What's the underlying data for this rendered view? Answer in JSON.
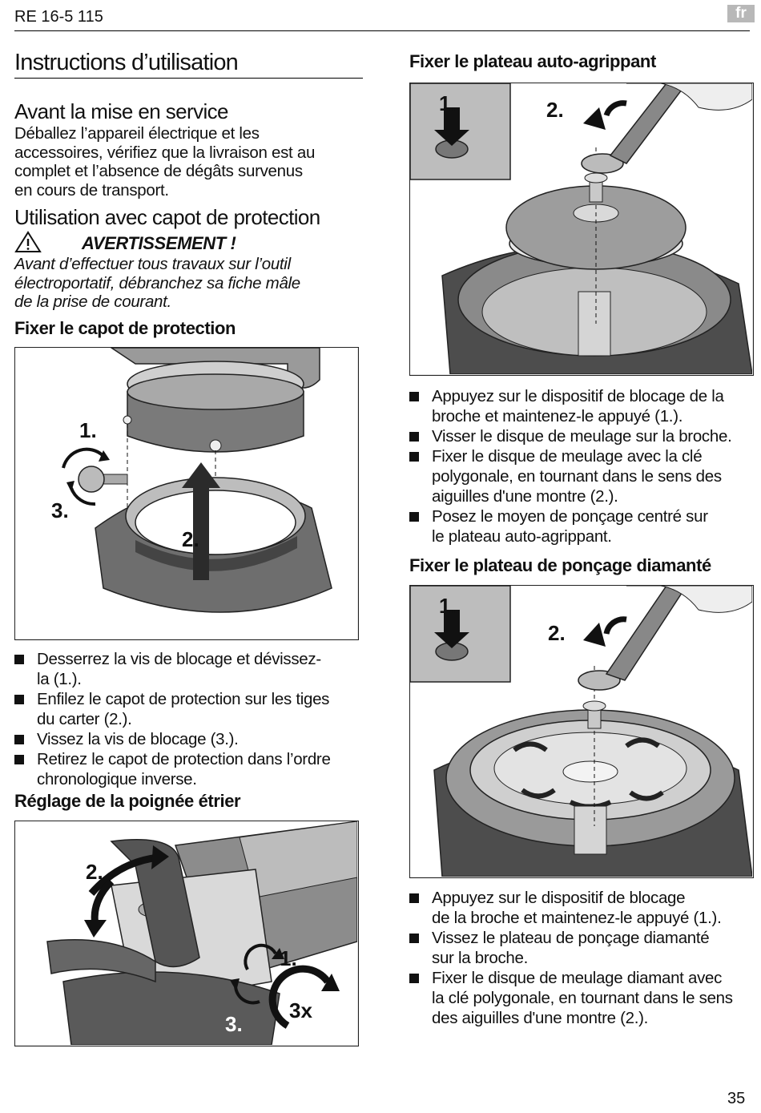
{
  "header": {
    "model": "RE 16-5 115",
    "lang_badge": "fr"
  },
  "footer": {
    "page_number": "35"
  },
  "left": {
    "title": "Instructions d’utilisation",
    "before_use": {
      "heading": "Avant la mise en service",
      "lines": [
        "Déballez l’appareil électrique et les",
        "accessoires, vérifiez que la livraison est au",
        "complet et l’absence de dégâts survenus",
        "en cours de transport."
      ]
    },
    "guard_use": {
      "heading": "Utilisation avec capot de protection",
      "warning_title": "AVERTISSEMENT !",
      "warning_lines": [
        "Avant d’effectuer tous travaux sur l’outil",
        "électroportatif, débranchez sa fiche mâle",
        "de la prise de courant."
      ]
    },
    "fix_guard": {
      "heading": "Fixer le capot de protection",
      "figure_labels": [
        "1.",
        "2.",
        "3."
      ],
      "bullets": [
        [
          "Desserrez la vis de blocage et dévissez-",
          "la (1.)."
        ],
        [
          "Enfilez le capot de protection sur les tiges",
          "du carter (2.)."
        ],
        [
          "Vissez la vis de blocage (3.)."
        ],
        [
          "Retirez le capot de protection dans l’ordre",
          "chronologique inverse."
        ]
      ]
    },
    "handle": {
      "heading": "Réglage de la poignée étrier",
      "figure_labels": [
        "1.",
        "2.",
        "3.",
        "3x"
      ]
    }
  },
  "right": {
    "velcro": {
      "heading": "Fixer le plateau auto-agrippant",
      "figure_labels": [
        "1.",
        "2."
      ],
      "bullets": [
        [
          "Appuyez sur le dispositif de blocage de la",
          "broche et maintenez-le appuyé (1.)."
        ],
        [
          "Visser le disque de meulage sur la broche."
        ],
        [
          "Fixer le disque de meulage avec la clé",
          "polygonale, en tournant dans le sens des",
          "aiguilles d'une montre (2.)."
        ],
        [
          "Posez le moyen de ponçage centré sur",
          "le plateau auto-agrippant."
        ]
      ]
    },
    "diamond": {
      "heading": "Fixer le plateau de ponçage diamanté",
      "figure_labels": [
        "1.",
        "2."
      ],
      "bullets": [
        [
          "Appuyez sur le dispositif de blocage",
          "de la broche et maintenez-le appuyé (1.)."
        ],
        [
          "Vissez le plateau de ponçage diamanté",
          "sur la broche."
        ],
        [
          "Fixer le disque de meulage diamant avec",
          "la clé polygonale, en tournant dans le sens",
          "des aiguilles d'une montre (2.)."
        ]
      ]
    }
  }
}
